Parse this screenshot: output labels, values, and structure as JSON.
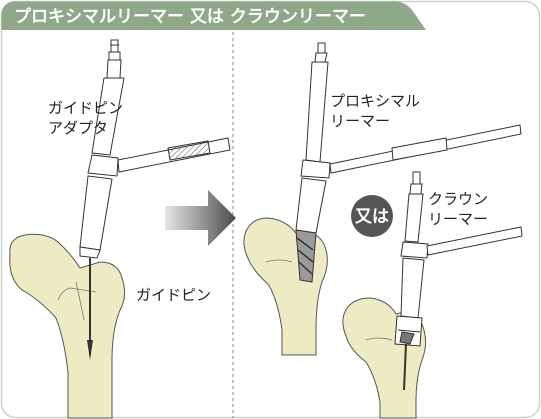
{
  "title": "プロキシマルリーマー 又は クラウンリーマー",
  "left_panel": {
    "adapter_label_line1": "ガイドピン",
    "adapter_label_line2": "アダプタ",
    "pin_label": "ガイドピン"
  },
  "right_panel": {
    "proximal_label_line1": "プロキシマル",
    "proximal_label_line2": "リーマー",
    "or_badge": "又は",
    "crown_label_line1": "クラウン",
    "crown_label_line2": "リーマー"
  },
  "colors": {
    "banner": "#8fa88a",
    "badge": "#555555",
    "bone": "#ecebc4",
    "arrow_light": "#cfcfcf",
    "arrow_dark": "#5a5a5a"
  }
}
